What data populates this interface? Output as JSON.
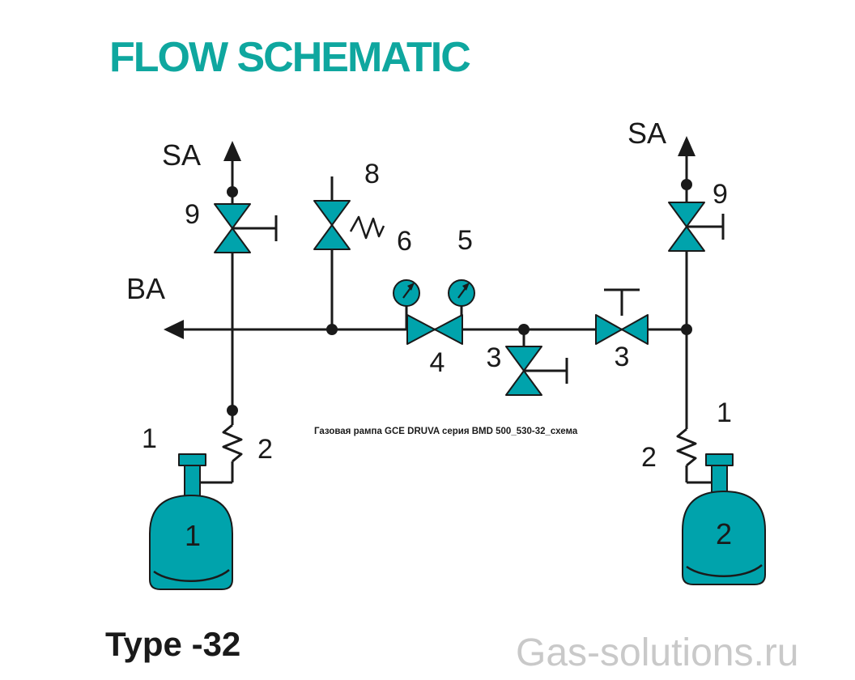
{
  "title": "FLOW SCHEMATIC",
  "caption": "Газовая рампа GCE DRUVA серия BMD 500_530-32_схема",
  "footer": {
    "type_label": "Type -32",
    "watermark": "Gas-solutions.ru"
  },
  "colors": {
    "teal_title": "#0FA79F",
    "teal_component": "#00A3AC",
    "line": "#1A1A1A",
    "watermark_gray": "#C9C9C9"
  },
  "labels": {
    "vent_left": "SA",
    "vent_right": "SA",
    "outlet": "BA",
    "shutoff_valve_left": "9",
    "relief_valve": "8",
    "gauge_left": "6",
    "gauge_right": "5",
    "regulator_valve": "4",
    "purge_valve": "3",
    "changeover_valve": "3",
    "shutoff_valve_right": "9",
    "connection_left": "1",
    "hose_left": "2",
    "connection_right": "1",
    "hose_right": "2",
    "cylinder_left": "1",
    "cylinder_right": "2"
  }
}
